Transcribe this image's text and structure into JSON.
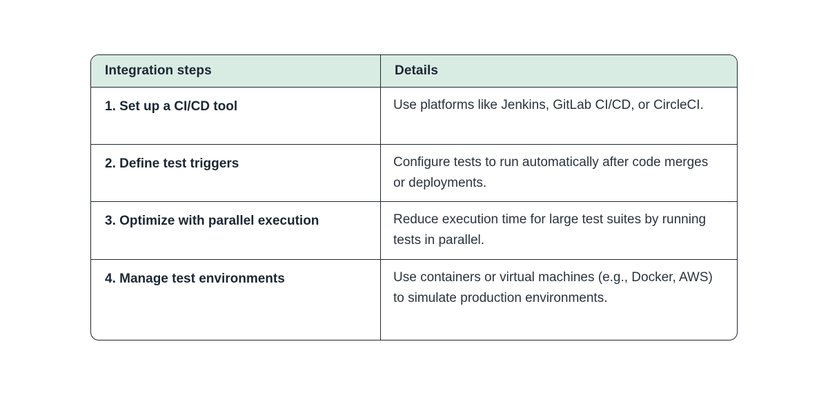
{
  "table": {
    "headers": {
      "col1": "Integration steps",
      "col2": "Details"
    },
    "rows": [
      {
        "step": "1. Set up a CI/CD tool",
        "detail": "Use platforms like Jenkins, GitLab CI/CD, or CircleCI."
      },
      {
        "step": "2. Define test triggers",
        "detail": "Configure tests to run automatically after code merges or deployments."
      },
      {
        "step": "3. Optimize with parallel execution",
        "detail": "Reduce execution time for large test suites by running tests in parallel."
      },
      {
        "step": "4. Manage test environments",
        "detail": "Use containers or virtual machines (e.g., Docker, AWS) to simulate production environments."
      }
    ],
    "colors": {
      "header_background": "#d9ece4",
      "border": "#20262e",
      "heading_text": "#1c2733",
      "body_text": "#2a333e",
      "page_background": "#ffffff"
    }
  }
}
